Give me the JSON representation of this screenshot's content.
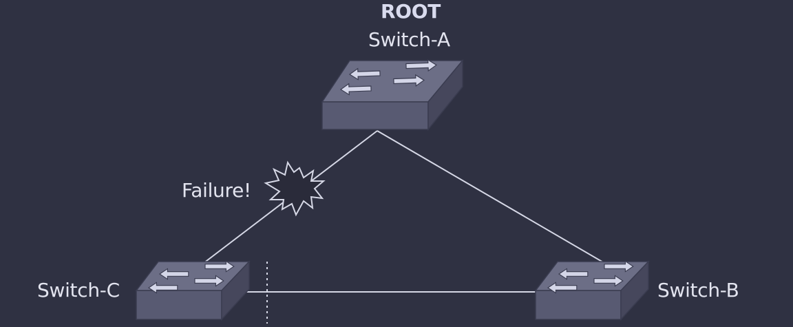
{
  "root_label": "ROOT",
  "switches": {
    "a": {
      "name": "Switch-A"
    },
    "b": {
      "name": "Switch-B"
    },
    "c": {
      "name": "Switch-C"
    }
  },
  "failure_label": "Failure!",
  "colors": {
    "background": "#2f3142",
    "link": "#d6d8e6",
    "switch_top": "#6c6e86",
    "switch_front": "#585a72",
    "switch_side": "#46475c",
    "arrow": "#d4d6e8",
    "burst": "#2a2b3a"
  }
}
